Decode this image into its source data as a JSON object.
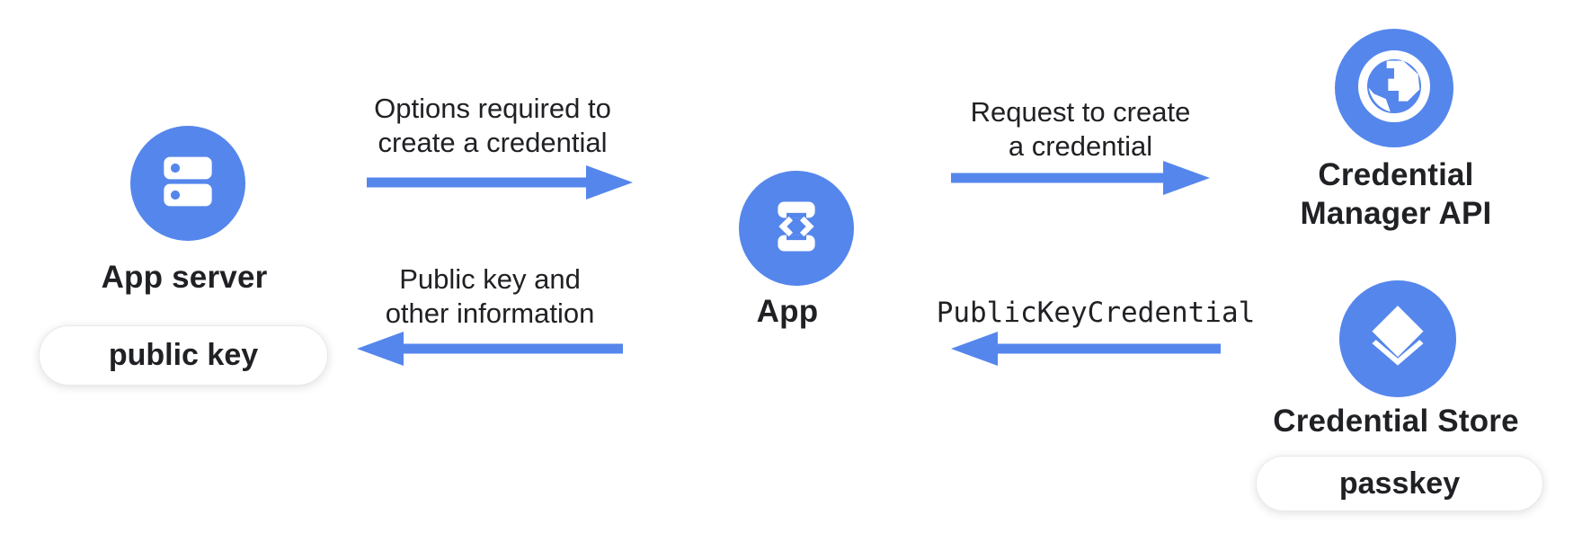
{
  "colors": {
    "accent_blue": "#5586EC",
    "text": "#202124",
    "pill_background": "#ffffff",
    "background": "#ffffff"
  },
  "nodes": {
    "app_server": {
      "label": "App server",
      "icon": "server-icon",
      "pill_label": "public key"
    },
    "app": {
      "label": "App",
      "icon": "phone-code-icon"
    },
    "credential_manager_api": {
      "label_line1": "Credential",
      "label_line2": "Manager API",
      "icon": "globe-icon"
    },
    "credential_store": {
      "label": "Credential Store",
      "icon": "layers-icon",
      "pill_label": "passkey"
    }
  },
  "arrows": {
    "options_to_app": {
      "line1": "Options required to",
      "line2": "create a credential",
      "direction": "right"
    },
    "request_to_credential_manager": {
      "line1": "Request to create",
      "line2": "a credential",
      "direction": "right"
    },
    "public_key_to_server": {
      "line1": "Public key and",
      "line2": "other information",
      "direction": "left"
    },
    "publickeycredential_to_app": {
      "label": "PublicKeyCredential",
      "direction": "left"
    }
  }
}
